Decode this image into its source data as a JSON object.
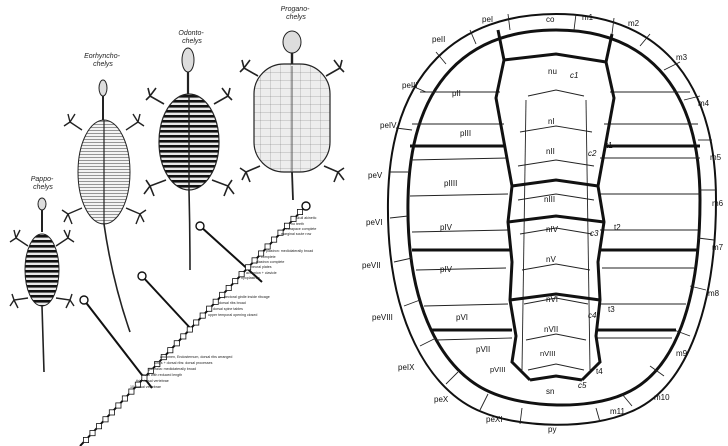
{
  "figure": {
    "taxa": {
      "pappochelys": [
        "Pappo-",
        "chelys"
      ],
      "eorhynchochelys": [
        "Eorhyncho-",
        "chelys"
      ],
      "odontochelys": [
        "Odonto-",
        "chelys"
      ],
      "proganochelys": [
        "Progano-",
        "chelys"
      ]
    },
    "node_labels": [
      "skull akinetic",
      "no teeth",
      "carapace complete",
      "marginal scute row",
      "plastron: mediolaterally broad",
      "complete",
      "plastron complete",
      "neural plates",
      "acromion + clavicle",
      "hyoplastron",
      "pectoral girdle inside ribcage",
      "dorsal ribs broad",
      "dorsal spine tables",
      "upper temporal opening closed",
      "abdomen, Endosternum, dorsal ribs arranged",
      "lungs + dorsal ribs: dorsal processes",
      "gastralia: mediolaterally broad",
      "trunk with reduced length",
      "thin dorsal vertebrae",
      "10 dorsal vertebrae"
    ],
    "shell_labels": {
      "peripherals": [
        "peI",
        "peII",
        "peIII",
        "peIV",
        "peV",
        "peVI",
        "peVII",
        "peVIII",
        "peIX",
        "peX",
        "peXI"
      ],
      "marginals": [
        "m1",
        "m2",
        "m3",
        "m4",
        "m5",
        "m6",
        "m7",
        "m8",
        "m9",
        "m10",
        "m11"
      ],
      "costals": [
        "c1",
        "c2",
        "c3",
        "c4",
        "c5"
      ],
      "pleurals": [
        "pII",
        "pIII",
        "pIIII",
        "pIV",
        "pIV",
        "pVI",
        "pVII",
        "pVIII"
      ],
      "neurals": [
        "nI",
        "nII",
        "nIII",
        "nIV",
        "nV",
        "nVI",
        "nVII",
        "nVIII"
      ],
      "other": [
        "co",
        "nu",
        "sn",
        "py",
        "t1",
        "t2",
        "t3",
        "t4"
      ]
    }
  }
}
